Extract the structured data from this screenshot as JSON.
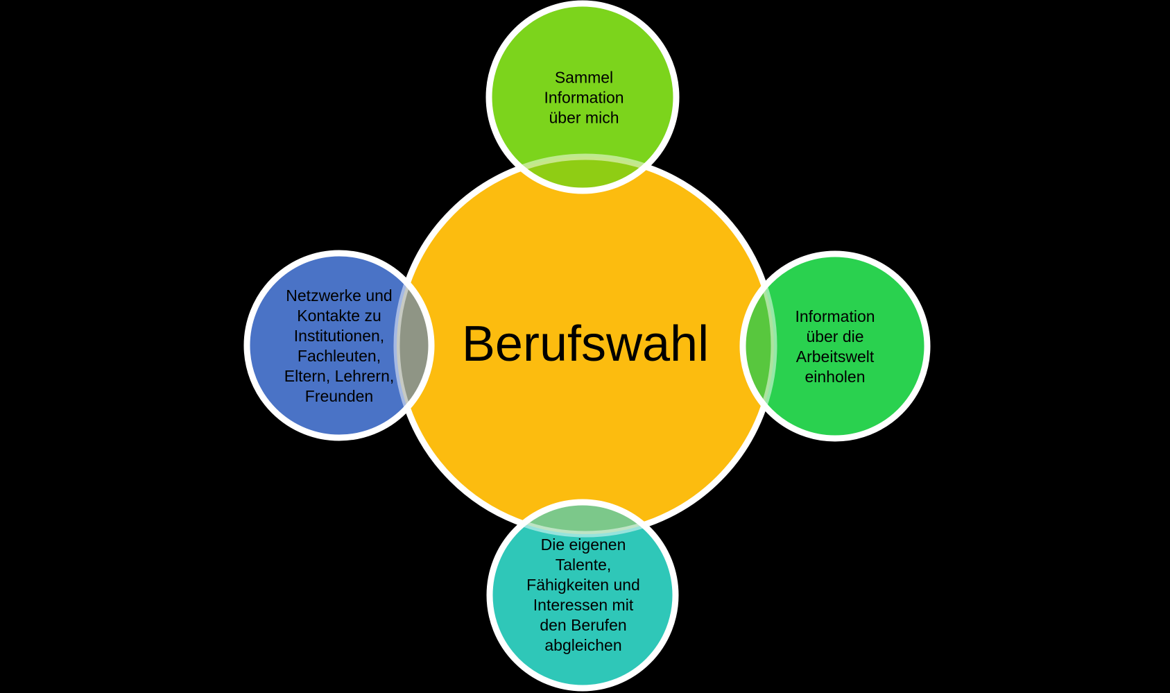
{
  "diagram": {
    "type": "radial-venn",
    "background_color": "#000000",
    "outline_color": "#FFFFFF",
    "center": {
      "label": "Berufswahl",
      "color": "#FCBC0F",
      "text_color": "#000000"
    },
    "top": {
      "label": "Sammel\nInformation\nüber mich",
      "color": "#7CD41C",
      "overlap_color": "#8FCD14"
    },
    "right": {
      "label": "Information\nüber die\nArbeitswelt\neinholen",
      "color": "#2AD14F",
      "overlap_color": "#58C73E"
    },
    "bottom": {
      "label": "Die eigenen\nTalente,\nFähigkeiten und\nInteressen mit\nden Berufen\nabgleichen",
      "color": "#2FC7B8",
      "overlap_color": "#7CC88A"
    },
    "left": {
      "label": "Netzwerke und\nKontakte zu\nInstitutionen,\nFachleuten,\nEltern, Lehrern,\nFreunden",
      "color": "#4A73C6",
      "overlap_color": "#8F9585"
    }
  }
}
